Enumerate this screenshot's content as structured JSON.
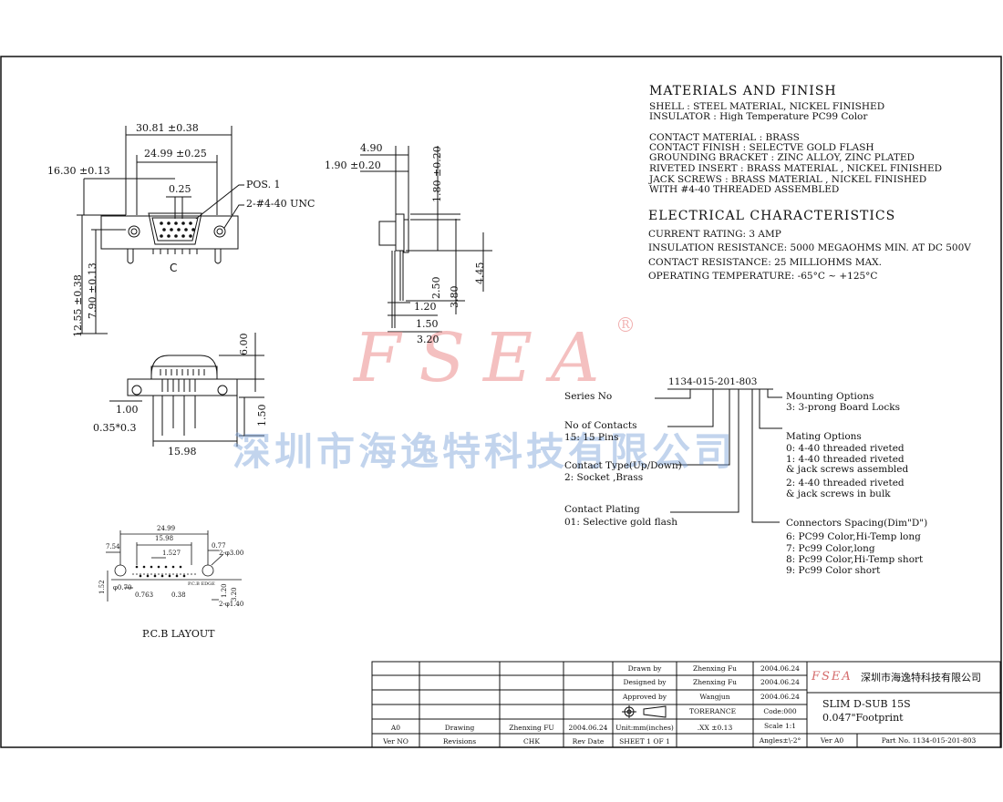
{
  "materials": {
    "title": "MATERIALS AND FINISH",
    "lines": [
      "SHELL : STEEL MATERIAL, NICKEL FINISHED",
      "INSULATOR : High Temperature PC99 Color",
      "",
      "CONTACT MATERIAL : BRASS",
      "CONTACT FINISH : SELECTVE GOLD FLASH",
      "GROUNDING BRACKET : ZINC ALLOY, ZINC PLATED",
      "RIVETED INSERT : BRASS MATERIAL , NICKEL FINISHED",
      "JACK SCREWS : BRASS MATERIAL , NICKEL FINISHED",
      "WITH #4-40 THREADED ASSEMBLED"
    ]
  },
  "electrical": {
    "title": "ELECTRICAL CHARACTERISTICS",
    "lines": [
      "CURRENT RATING: 3 AMP",
      "INSULATION RESISTANCE: 5000 MEGAOHMS MIN. AT DC 500V",
      "CONTACT RESISTANCE: 25 MILLIOHMS MAX.",
      "OPERATING TEMPERATURE: -65°C ~ +125°C"
    ]
  },
  "part_code": {
    "code": "1134-015-201-803",
    "series_label": "Series No",
    "contacts_label": "No of Contacts",
    "contacts_value": "15: 15 Pins",
    "contact_type_label": "Contact Type(Up/Down)",
    "contact_type_value": "2: Socket ,Brass",
    "plating_label": "Contact Plating",
    "plating_value": "01: Selective gold flash",
    "mounting_label": "Mounting Options",
    "mounting_value": "3: 3-prong Board Locks",
    "mating_label": "Mating Options",
    "mating_values": [
      "0: 4-40 threaded riveted",
      "1: 4-40 threaded riveted",
      "   & jack screws assembled",
      "2: 4-40 threaded riveted",
      "   & jack screws in bulk"
    ],
    "spacing_label": "Connectors Spacing(Dim\"D\")",
    "spacing_values": [
      "6: PC99 Color,Hi-Temp long",
      "7: Pc99 Color,long",
      "8: Pc99 Color,Hi-Temp short",
      "9: Pc99 Color short"
    ]
  },
  "front_view": {
    "dim_width": "30.81 ±0.38",
    "dim_inner": "24.99 ±0.25",
    "dim_left": "16.30 ±0.13",
    "dim_pitch": "0.25",
    "pos_label": "POS. 1",
    "thread_label": "2-#4-40 UNC",
    "dim_h1": "12.55 ±0.38",
    "dim_h2": "7.90 ±0.13"
  },
  "side_view": {
    "d1": "4.90",
    "d2": "1.90 ±0.20",
    "d3": "1.80 ±0.20",
    "d4": "2.50",
    "d5": "3.80",
    "d6": "4.45",
    "d7": "1.20",
    "d8": "1.50",
    "d9": "3.20"
  },
  "bottom_view": {
    "d1": "6.00",
    "d2": "1.00",
    "d3": "0.35*0.3",
    "d4": "1.50",
    "d5": "15.98"
  },
  "pcb": {
    "title": "P.C.B LAYOUT",
    "d1": "24.99",
    "d2": "15.98",
    "d3": "7.54",
    "d4": "1.527",
    "d5": "0.77",
    "d6": "2-φ3.00",
    "d7": "P.C.B EDGE",
    "d8": "φ0.70",
    "d9": "0.763",
    "d10": "0.38",
    "d11": "2-φ1.40",
    "d12": "1.52",
    "d13": "3.20",
    "d14": "1.20"
  },
  "watermark": {
    "latin": "FSEA",
    "reg": "R",
    "chinese": "深圳市海逸特科技有限公司"
  },
  "title_block": {
    "drawn_label": "Drawn by",
    "drawn_name": "Zhenxing Fu",
    "drawn_date": "2004.06.24",
    "designed_label": "Designed by",
    "designed_name": "Zhenxing Fu",
    "designed_date": "2004.06.24",
    "approved_label": "Approved by",
    "approved_name": "Wangjun",
    "approved_date": "2004.06.24",
    "tolerance_label": "TORERANCE",
    "code_label": "Code:000",
    "scale_label": "Scale 1:1",
    "units_label": "Unit:mm(inches)",
    "tol_value": ".XX ±0.13",
    "angles_label": "Angles±\\-2°",
    "sheet_label": "SHEET 1 OF 1",
    "rev_ver": "A0",
    "rev_desc": "Drawing",
    "rev_chk": "Zhenxing FU",
    "rev_date": "2004.06.24",
    "h_ver": "Ver NO",
    "h_rev": "Revisions",
    "h_chk": "CHK",
    "h_date": "Rev Date",
    "company_logo": "FSEA",
    "company_name": "深圳市海逸特科技有限公司",
    "product_line1": "SLIM D-SUB 15S",
    "product_line2": "0.047\"Footprint",
    "ver_label": "Ver A0",
    "part_no": "Part No. 1134-015-201-803"
  }
}
